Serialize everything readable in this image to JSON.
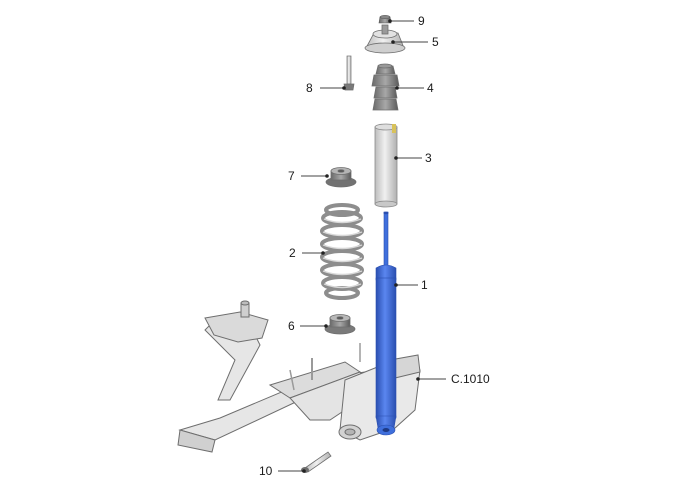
{
  "colors": {
    "part_light": "#e8e8e8",
    "part_mid": "#c8c8c8",
    "part_dark": "#8a8a8a",
    "outline": "#6e6e6e",
    "shock_blue": "#3f6fdc",
    "shock_blue_dark": "#2a4fb0",
    "leader": "#444444"
  },
  "callouts": [
    {
      "id": "9",
      "text": "9"
    },
    {
      "id": "5",
      "text": "5"
    },
    {
      "id": "8",
      "text": "8"
    },
    {
      "id": "4",
      "text": "4"
    },
    {
      "id": "3",
      "text": "3"
    },
    {
      "id": "7",
      "text": "7"
    },
    {
      "id": "2",
      "text": "2"
    },
    {
      "id": "1",
      "text": "1"
    },
    {
      "id": "6",
      "text": "6"
    },
    {
      "id": "c1010",
      "text": "C.1010"
    },
    {
      "id": "10",
      "text": "10"
    }
  ]
}
